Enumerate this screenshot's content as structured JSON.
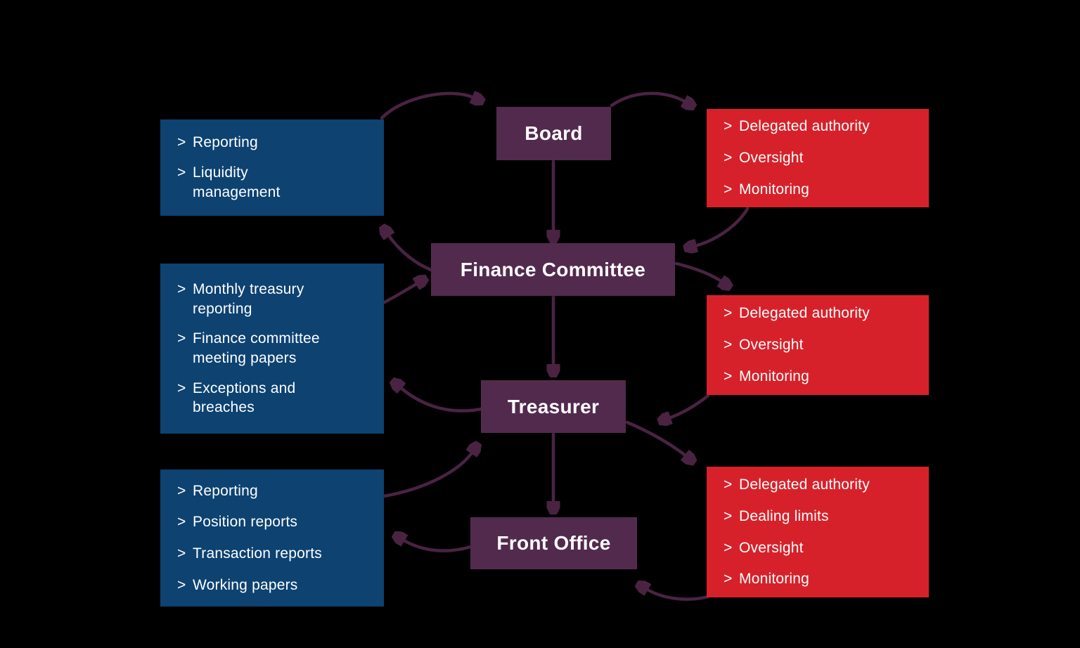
{
  "ui": {
    "bullet": ">"
  },
  "colors": {
    "background": "#000000",
    "node_box": "#522a4d",
    "report_box": "#0d4271",
    "authority_box": "#d7212a",
    "arrow": "#4a2343",
    "text": "#ffffff"
  },
  "nodes": [
    {
      "label": "Board"
    },
    {
      "label": "Finance Committee"
    },
    {
      "label": "Treasurer"
    },
    {
      "label": "Front Office"
    }
  ],
  "report_boxes": [
    {
      "items": [
        "Reporting",
        "Liquidity\nmanagement"
      ]
    },
    {
      "items": [
        "Monthly treasury\nreporting",
        "Finance committee\nmeeting papers",
        "Exceptions and\nbreaches"
      ]
    },
    {
      "items": [
        "Reporting",
        "Position reports",
        "Transaction reports",
        "Working papers"
      ]
    }
  ],
  "authority_boxes": [
    {
      "items": [
        "Delegated authority",
        "Oversight",
        "Monitoring"
      ]
    },
    {
      "items": [
        "Delegated authority",
        "Oversight",
        "Monitoring"
      ]
    },
    {
      "items": [
        "Delegated authority",
        "Dealing limits",
        "Oversight",
        "Monitoring"
      ]
    }
  ]
}
